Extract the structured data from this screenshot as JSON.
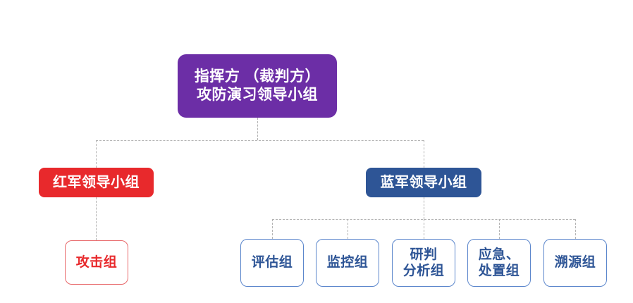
{
  "diagram": {
    "type": "organization-chart",
    "orientation": "top-down",
    "connector_style": "dashed-orthogonal",
    "connector_color": "#b3b3b3",
    "background": "#ffffff",
    "colors": {
      "root_fill": "#6C2EA6",
      "root_text": "#ffffff",
      "red_fill": "#E8292C",
      "red_text": "#ffffff",
      "blue_fill": "#2E5596",
      "blue_text": "#ffffff",
      "red_outline_border": "#E8696B",
      "red_outline_text": "#E8292C",
      "blue_outline_border": "#5B86CC",
      "blue_outline_text": "#2E5596"
    }
  },
  "nodes": {
    "root": {
      "label": "指挥方 （裁判方）\n攻防演习领导小组"
    },
    "red_group": {
      "label": "红军领导小组"
    },
    "blue_group": {
      "label": "蓝军领导小组"
    },
    "red_children": [
      {
        "label": "攻击组"
      }
    ],
    "blue_children": [
      {
        "label": "评估组"
      },
      {
        "label": "监控组"
      },
      {
        "label": "研判\n分析组"
      },
      {
        "label": "应急、\n处置组"
      },
      {
        "label": "溯源组"
      }
    ]
  }
}
